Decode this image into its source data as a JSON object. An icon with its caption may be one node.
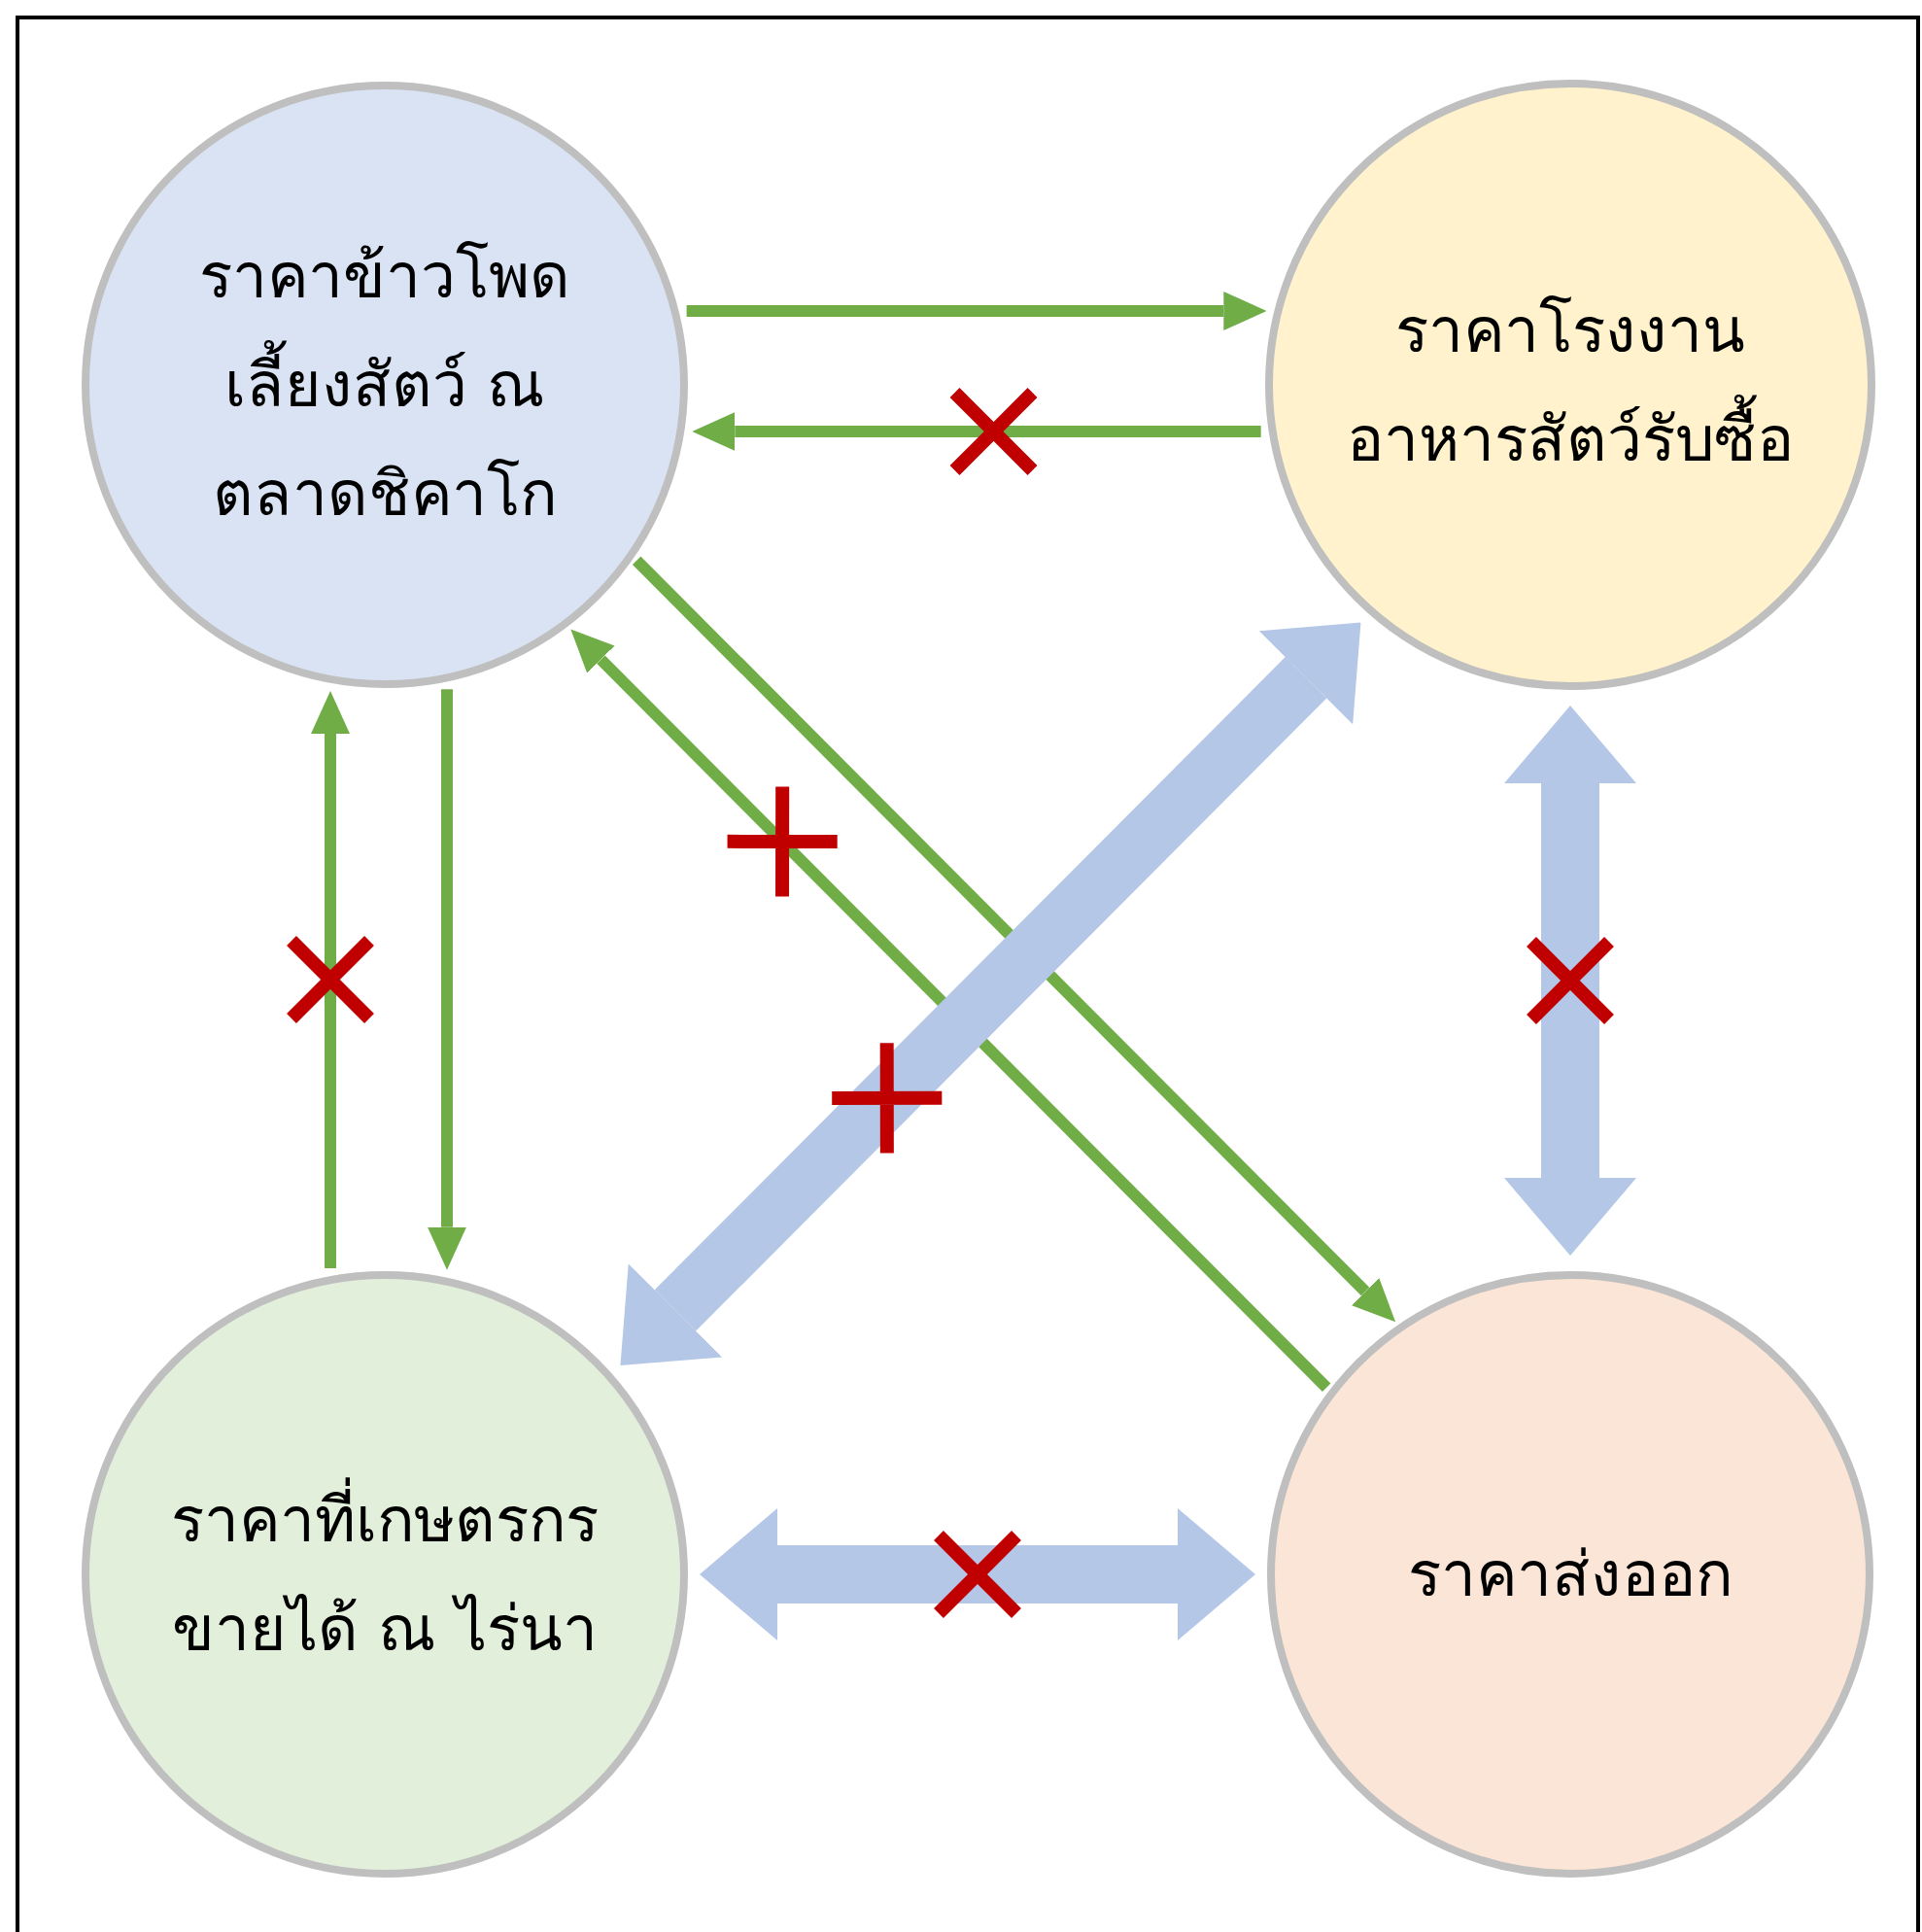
{
  "diagram": {
    "nodes": [
      {
        "text": [
          "ราคาข้าวโพดเลี้ยงสัตว์ ณ ตลาดชิคาโก"
        ]
      },
      {
        "text": [
          "ราคาโรงงานอาหารสัตว์รับซื้อ"
        ]
      },
      {
        "text": [
          "ราคาที่เกษตรกรขายได้ ณ ไร่นา"
        ]
      },
      {
        "text": [
          "ราคาส่งออก"
        ]
      }
    ],
    "edges": [
      {
        "from": 0,
        "to": 1,
        "arrow": "to"
      },
      {
        "from": 1,
        "to": 0,
        "arrow": "to"
      },
      {
        "from": 2,
        "to": 0,
        "arrow": "to"
      },
      {
        "from": 0,
        "to": 2,
        "arrow": "to"
      },
      {
        "from": 0,
        "to": 3,
        "arrow": "to"
      },
      {
        "from": 3,
        "to": 0,
        "arrow": "to"
      },
      {
        "from": 1,
        "to": 2,
        "arrow": "both",
        "style": "thick",
        "color": "#b4c7e7"
      },
      {
        "from": 1,
        "to": 3,
        "arrow": "both",
        "style": "thick",
        "color": "#b4c7e7"
      },
      {
        "from": 2,
        "to": 3,
        "arrow": "both",
        "style": "thick",
        "color": "#b4c7e7"
      }
    ]
  }
}
